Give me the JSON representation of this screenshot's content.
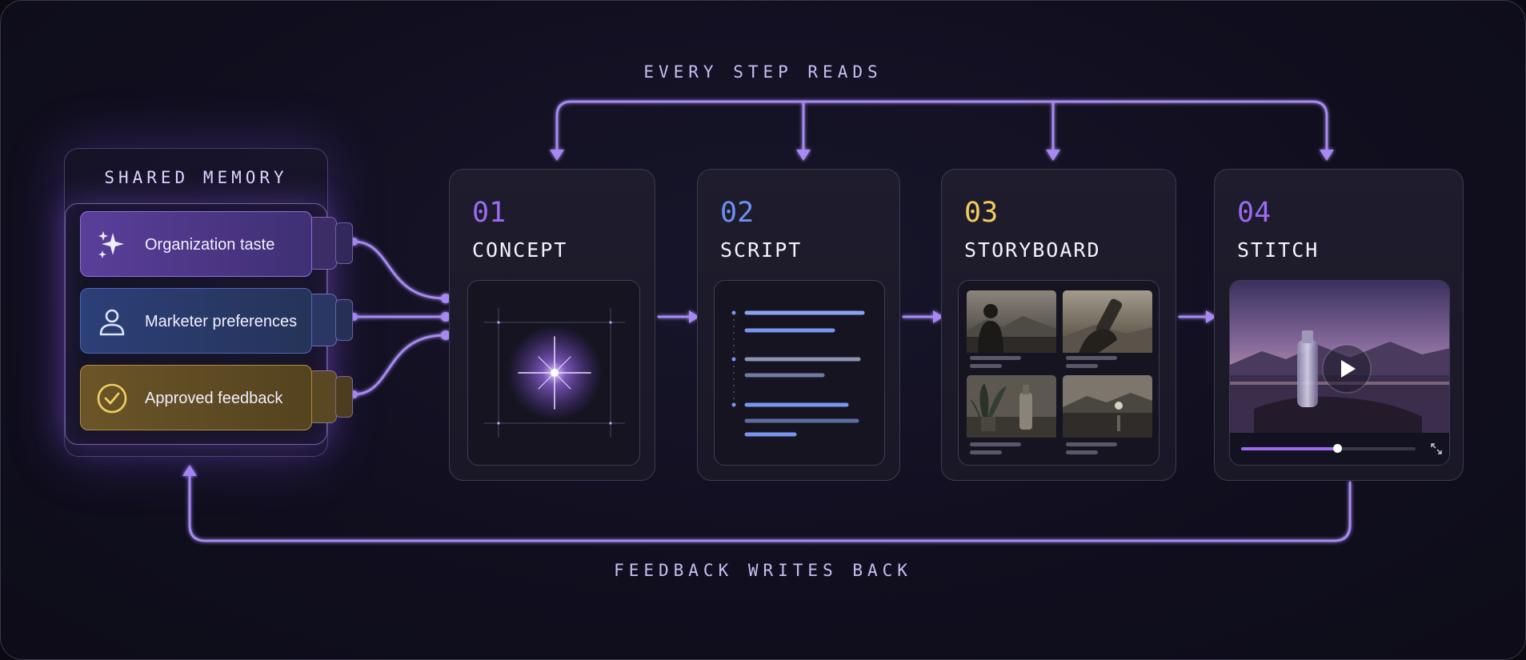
{
  "labels": {
    "top": "EVERY STEP READS",
    "bottom": "FEEDBACK WRITES BACK"
  },
  "memory": {
    "title": "SHARED MEMORY",
    "items": [
      {
        "label": "Organization taste",
        "icon": "sparkles-icon"
      },
      {
        "label": "Marketer preferences",
        "icon": "user-icon"
      },
      {
        "label": "Approved feedback",
        "icon": "check-circle-icon"
      }
    ]
  },
  "steps": [
    {
      "number": "01",
      "title": "CONCEPT",
      "color": "#9b6bf2",
      "preview": "starburst-icon"
    },
    {
      "number": "02",
      "title": "SCRIPT",
      "color": "#6f8ff0",
      "preview": "script-lines"
    },
    {
      "number": "03",
      "title": "STORYBOARD",
      "color": "#f2cd5c",
      "preview": "storyboard-grid"
    },
    {
      "number": "04",
      "title": "STITCH",
      "color": "#9b6bf2",
      "preview": "video-player",
      "progress": 0.55
    }
  ],
  "colors": {
    "accent": "#a98cf5",
    "background": "#110f1f"
  }
}
